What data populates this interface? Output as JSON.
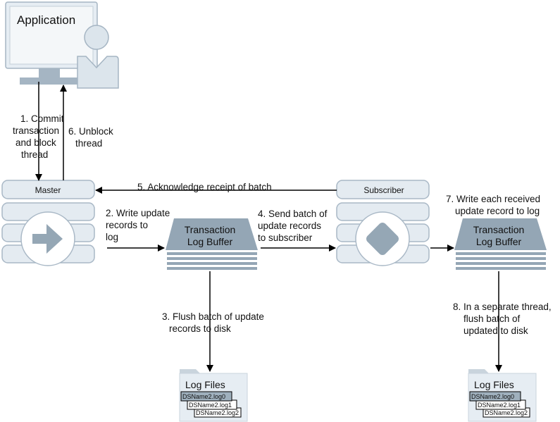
{
  "application": {
    "label": "Application"
  },
  "master": {
    "label": "Master"
  },
  "subscriber": {
    "label": "Subscriber"
  },
  "buffers": [
    {
      "line1": "Transaction",
      "line2": "Log Buffer"
    },
    {
      "line1": "Transaction",
      "line2": "Log Buffer"
    }
  ],
  "steps": {
    "s1": [
      "1. Commit",
      "transaction",
      "and block",
      "thread"
    ],
    "s2": [
      "2. Write update",
      "records to",
      "log"
    ],
    "s3": [
      "3. Flush batch of update",
      "records to disk"
    ],
    "s4": [
      "4. Send batch of",
      "update records",
      "to subscriber"
    ],
    "s5": [
      "5. Acknowledge receipt of batch"
    ],
    "s6": [
      "6. Unblock",
      "thread"
    ],
    "s7": [
      "7. Write each received",
      "update record to log"
    ],
    "s8": [
      "8. In a separate thread,",
      "flush batch of",
      "updated to disk"
    ]
  },
  "log_files": [
    {
      "title": "Log Files",
      "files": [
        "DSName2.log0",
        "DSName2.log1",
        "DSName2.log2"
      ]
    },
    {
      "title": "Log Files",
      "files": [
        "DSName2.log0",
        "DSName2.log1",
        "DSName2.log2"
      ]
    }
  ],
  "colors": {
    "panel_fill": "#e4ebf1",
    "panel_stroke": "#a9b8c6",
    "dark": "#94a6b5",
    "icon_arrow": "#95a7b5",
    "file_tab": "#9fb0bd"
  }
}
